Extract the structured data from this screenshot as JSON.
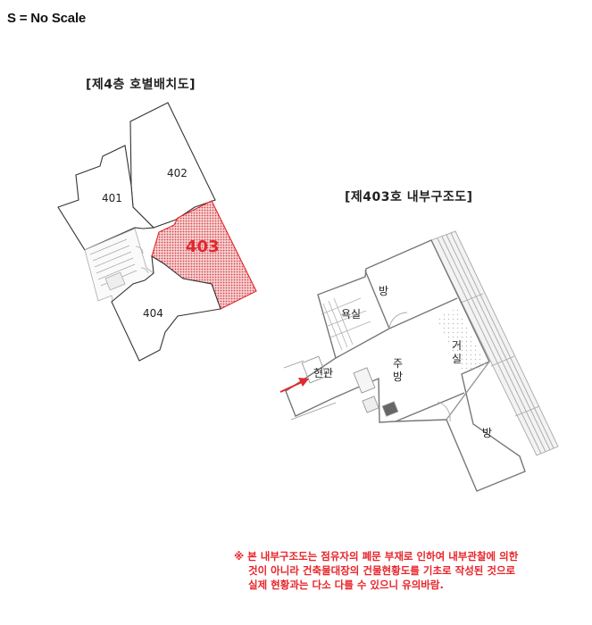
{
  "scale_note": "S = No Scale",
  "floor_plan": {
    "title": "[제4층 호별배치도]",
    "units": [
      {
        "label": "401",
        "highlighted": false
      },
      {
        "label": "402",
        "highlighted": false
      },
      {
        "label": "403",
        "highlighted": true
      },
      {
        "label": "404",
        "highlighted": false
      }
    ],
    "highlight_color": "#e0282e"
  },
  "unit_plan": {
    "title": "[제403호 내부구조도]",
    "rooms": [
      {
        "label": "방"
      },
      {
        "label": "욕실"
      },
      {
        "label": "현관"
      },
      {
        "label": "주방"
      },
      {
        "label": "거실"
      },
      {
        "label": "방"
      }
    ],
    "entrance_arrow_color": "#e0282e"
  },
  "disclaimer": {
    "line1": "※ 본 내부구조도는 점유자의 폐문 부재로 인하여 내부관찰에 의한",
    "line2": "것이 아니라 건축물대장의 건물현황도를 기초로 작성된 것으로",
    "line3": "실제 현황과는 다소 다를 수 있으니 유의바람."
  }
}
